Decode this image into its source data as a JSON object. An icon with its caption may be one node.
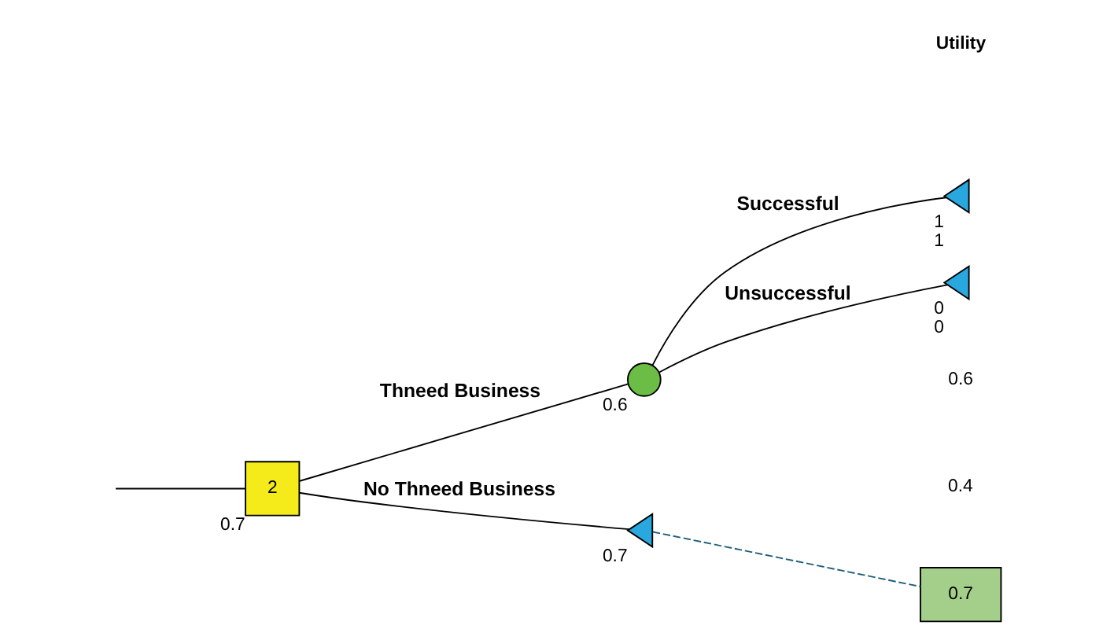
{
  "diagram": {
    "nodes": [
      {
        "text": [
          "2"
        ],
        "beside": [
          "0.7"
        ]
      },
      {
        "text": [],
        "shape": "circle",
        "beside": [
          "0.6"
        ]
      },
      {
        "text": [],
        "shape": "triangle",
        "beside": [
          "1",
          "1"
        ]
      },
      {
        "text": [],
        "shape": "triangle",
        "beside": [
          "0",
          "0"
        ]
      },
      {
        "text": [],
        "shape": "triangle",
        "beside": [
          "0.7"
        ]
      },
      {
        "text": [
          "0.7"
        ]
      }
    ],
    "edges": [
      {
        "from": null,
        "to": 0,
        "arrow": "none"
      },
      {
        "from": 0,
        "to": 1,
        "arrow": "none",
        "label": "Thneed Business"
      },
      {
        "from": 1,
        "to": 2,
        "arrow": "none",
        "label": "Successful"
      },
      {
        "from": 1,
        "to": 3,
        "arrow": "none",
        "label": "Unsuccessful"
      },
      {
        "from": 0,
        "to": 4,
        "arrow": "none",
        "label": "No Thneed Business"
      },
      {
        "from": 4,
        "to": 5,
        "arrow": "none",
        "style": "dashed",
        "color": "#1f5f7a"
      }
    ],
    "labels": [
      "Utility",
      "0.6",
      "0.4"
    ]
  }
}
